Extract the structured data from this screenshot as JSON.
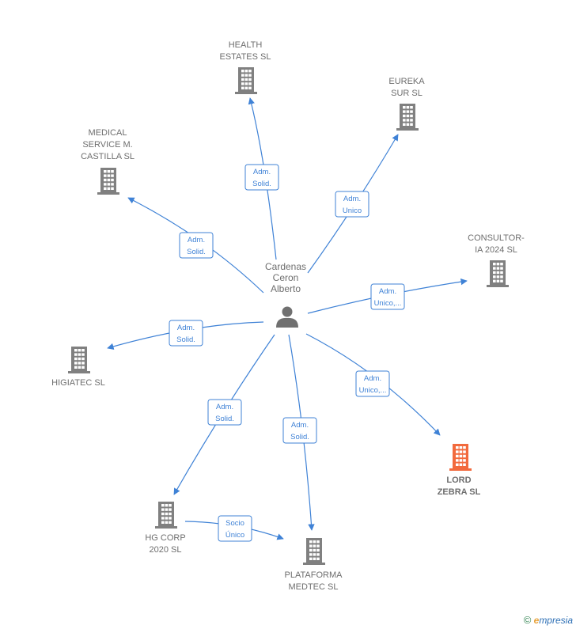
{
  "center": {
    "lines": [
      "Cardenas",
      "Ceron",
      "Alberto"
    ],
    "icon": "person-icon"
  },
  "colors": {
    "edge": "#3f82d6",
    "building": "#808080",
    "highlight": "#f26a3d",
    "text": "#6e6e6e"
  },
  "nodes": [
    {
      "id": "health",
      "lines": [
        "HEALTH",
        "ESTATES  SL"
      ],
      "icon": "building-icon",
      "highlight": false
    },
    {
      "id": "eureka",
      "lines": [
        "EUREKA",
        "SUR SL"
      ],
      "icon": "building-icon",
      "highlight": false
    },
    {
      "id": "medical",
      "lines": [
        "MEDICAL",
        "SERVICE M.",
        "CASTILLA SL"
      ],
      "icon": "building-icon",
      "highlight": false
    },
    {
      "id": "consultoria",
      "lines": [
        "CONSULTOR-",
        "IA 2024  SL"
      ],
      "icon": "building-icon",
      "highlight": false
    },
    {
      "id": "higiatec",
      "lines": [
        "HIGIATEC  SL"
      ],
      "icon": "building-icon",
      "highlight": false
    },
    {
      "id": "lord",
      "lines": [
        "LORD",
        "ZEBRA  SL"
      ],
      "icon": "building-icon",
      "highlight": true
    },
    {
      "id": "hgcorp",
      "lines": [
        "HG CORP",
        "2020  SL"
      ],
      "icon": "building-icon",
      "highlight": false
    },
    {
      "id": "plataforma",
      "lines": [
        "PLATAFORMA",
        "MEDTEC  SL"
      ],
      "icon": "building-icon",
      "highlight": false
    }
  ],
  "edges": [
    {
      "from": "center",
      "to": "health",
      "lines": [
        "Adm.",
        "Solid."
      ]
    },
    {
      "from": "center",
      "to": "eureka",
      "lines": [
        "Adm.",
        "Unico"
      ]
    },
    {
      "from": "center",
      "to": "medical",
      "lines": [
        "Adm.",
        "Solid."
      ]
    },
    {
      "from": "center",
      "to": "consultoria",
      "lines": [
        "Adm.",
        "Unico,..."
      ]
    },
    {
      "from": "center",
      "to": "higiatec",
      "lines": [
        "Adm.",
        "Solid."
      ]
    },
    {
      "from": "center",
      "to": "lord",
      "lines": [
        "Adm.",
        "Unico,..."
      ]
    },
    {
      "from": "center",
      "to": "hgcorp",
      "lines": [
        "Adm.",
        "Solid."
      ]
    },
    {
      "from": "center",
      "to": "plataforma",
      "lines": [
        "Adm.",
        "Solid."
      ]
    },
    {
      "from": "hgcorp",
      "to": "plataforma",
      "lines": [
        "Socio",
        "Único"
      ]
    }
  ],
  "footer": {
    "copyright": "©",
    "brand_initial": "e",
    "brand_rest": "mpresia"
  }
}
